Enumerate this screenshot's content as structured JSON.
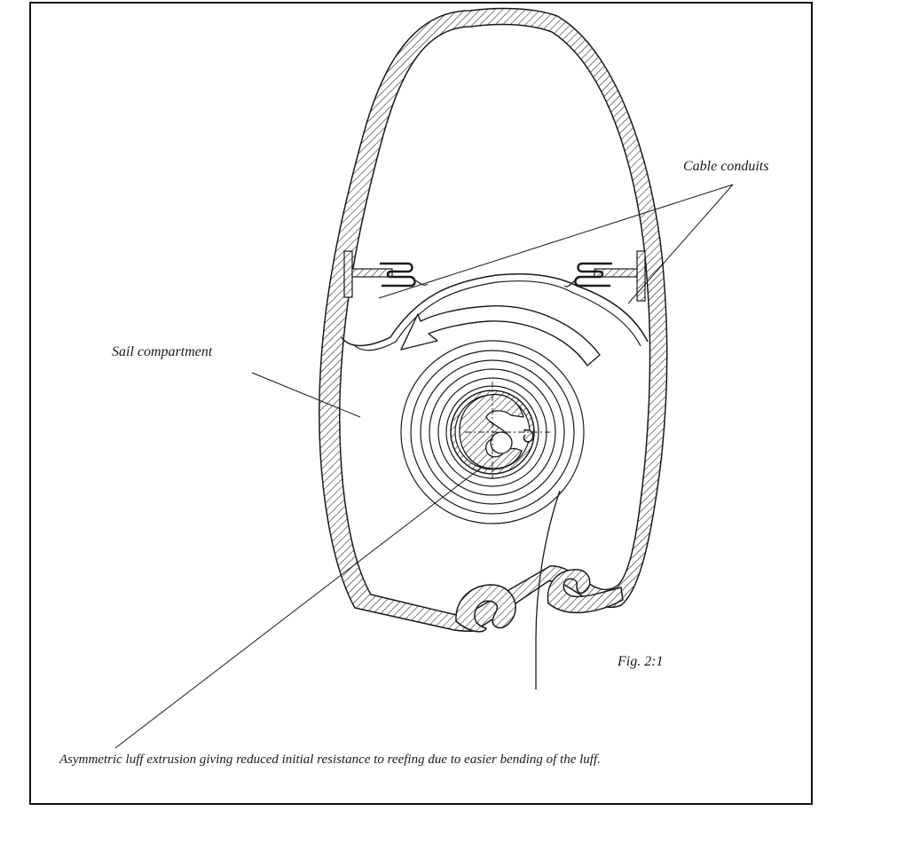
{
  "labels": {
    "cable_conduits": "Cable conduits",
    "sail_compartment": "Sail compartment",
    "figure_number": "Fig. 2:1",
    "caption": "Asymmetric luff extrusion giving reduced initial resistance to reefing due to easier bending of the luff."
  },
  "colors": {
    "line": "#1a1a1a",
    "background": "#ffffff"
  }
}
